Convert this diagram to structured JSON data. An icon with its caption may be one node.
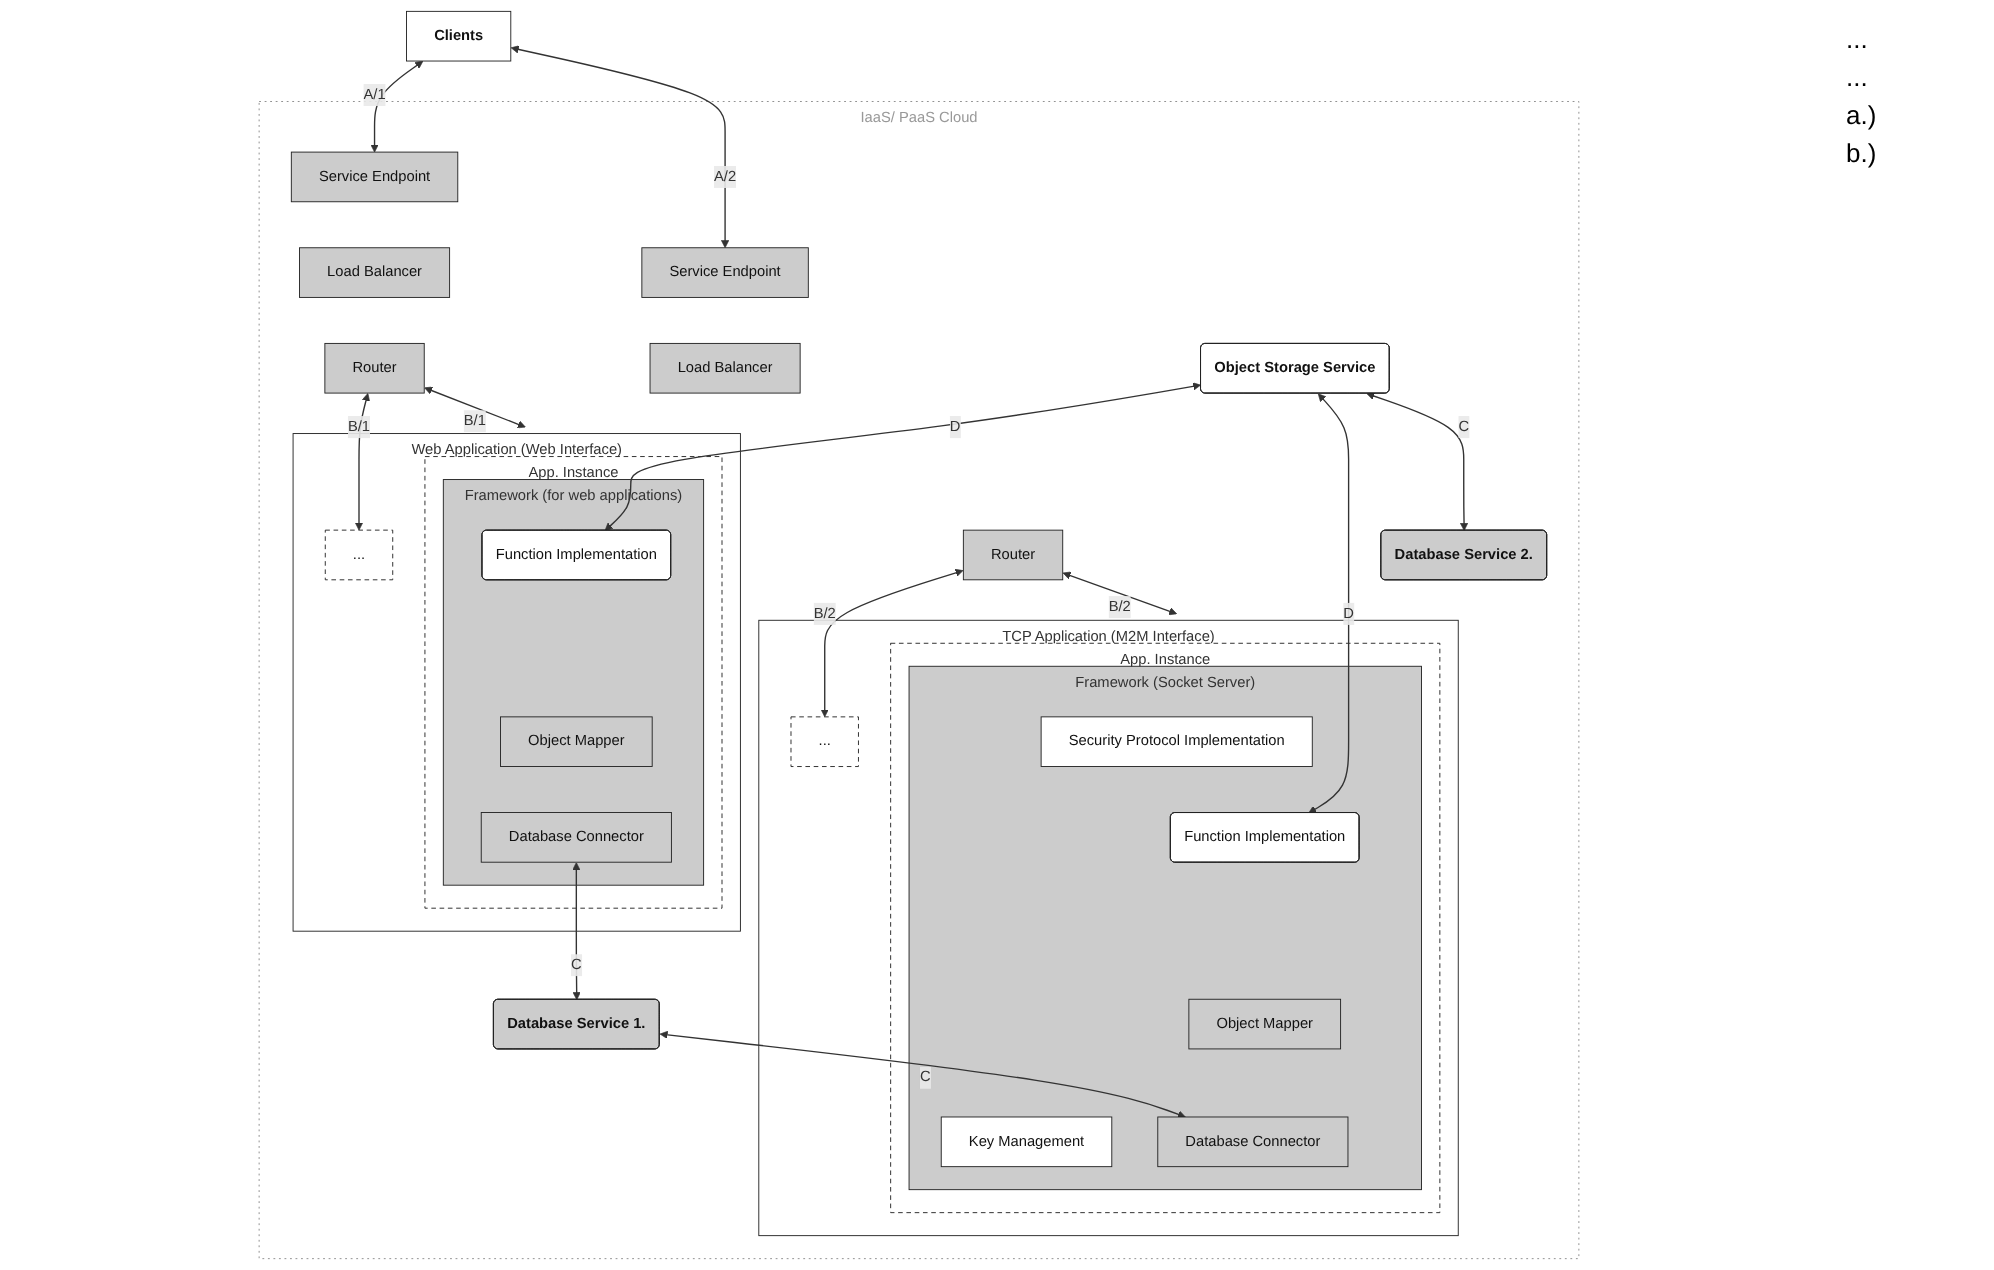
{
  "diagram": {
    "nodes": [
      {
        "text": [
          "Clients"
        ]
      },
      {
        "text": [
          "IaaS/ PaaS Cloud"
        ]
      },
      {
        "text": [
          "Service Endpoint"
        ],
        "in": 1
      },
      {
        "text": [
          "Load Balancer"
        ],
        "in": 1
      },
      {
        "text": [
          "Router"
        ],
        "in": 1
      },
      {
        "text": [
          "Web Application (Web Interface)"
        ],
        "in": 1
      },
      {
        "text": [
          "..."
        ],
        "in": 5
      },
      {
        "text": [
          "App. Instance"
        ],
        "in": 5
      },
      {
        "text": [
          "Framework (for web applications)"
        ],
        "in": 7
      },
      {
        "text": [
          "Function Implementation"
        ],
        "in": 8
      },
      {
        "text": [
          "Object Mapper"
        ],
        "in": 8
      },
      {
        "text": [
          "Database Connector"
        ],
        "in": 8
      },
      {
        "text": [
          "Service Endpoint"
        ],
        "in": 1
      },
      {
        "text": [
          "Load Balancer"
        ],
        "in": 1
      },
      {
        "text": [
          "Router"
        ],
        "in": 1
      },
      {
        "text": [
          "TCP Application (M2M Interface)"
        ],
        "in": 1
      },
      {
        "text": [
          "App. Instance"
        ],
        "in": 15
      },
      {
        "text": [
          "Framework (Socket Server)"
        ],
        "in": 16
      },
      {
        "text": [
          "Security Protocol Implementation"
        ],
        "in": 17
      },
      {
        "text": [
          "Function Implementation"
        ],
        "in": 17
      },
      {
        "text": [
          "Key Management"
        ],
        "in": 17
      },
      {
        "text": [
          "Object Mapper"
        ],
        "in": 17
      },
      {
        "text": [
          "Database Connector"
        ],
        "in": 17
      },
      {
        "text": [
          "..."
        ],
        "in": 15
      },
      {
        "text": [
          "Object Storage Service"
        ],
        "in": 1
      },
      {
        "text": [
          "Database Service 2."
        ],
        "in": 1
      },
      {
        "text": [
          "Database Service 1."
        ],
        "in": 1
      }
    ],
    "edges": [
      {
        "from": 0,
        "to": 2,
        "arrow": "both",
        "label": "A/1"
      },
      {
        "from": 0,
        "to": 12,
        "arrow": "both",
        "label": "A/2"
      },
      {
        "from": 4,
        "to": 6,
        "arrow": "both",
        "label": "B/1"
      },
      {
        "from": 4,
        "to": 7,
        "arrow": "both",
        "label": "B/1"
      },
      {
        "from": 14,
        "to": 16,
        "arrow": "both",
        "label": "B/2"
      },
      {
        "from": 14,
        "to": 23,
        "arrow": "both",
        "label": "B/2"
      },
      {
        "from": 24,
        "to": 9,
        "arrow": "both",
        "label": "D"
      },
      {
        "from": 24,
        "to": 19,
        "arrow": "both",
        "label": "D"
      },
      {
        "from": 24,
        "to": 25,
        "arrow": "both",
        "label": "C"
      },
      {
        "from": 11,
        "to": 26,
        "arrow": "both",
        "label": "C"
      },
      {
        "from": 26,
        "to": 22,
        "arrow": "both",
        "label": "C"
      }
    ],
    "labels": [
      "...",
      "...",
      "a.)",
      "b.)"
    ]
  }
}
